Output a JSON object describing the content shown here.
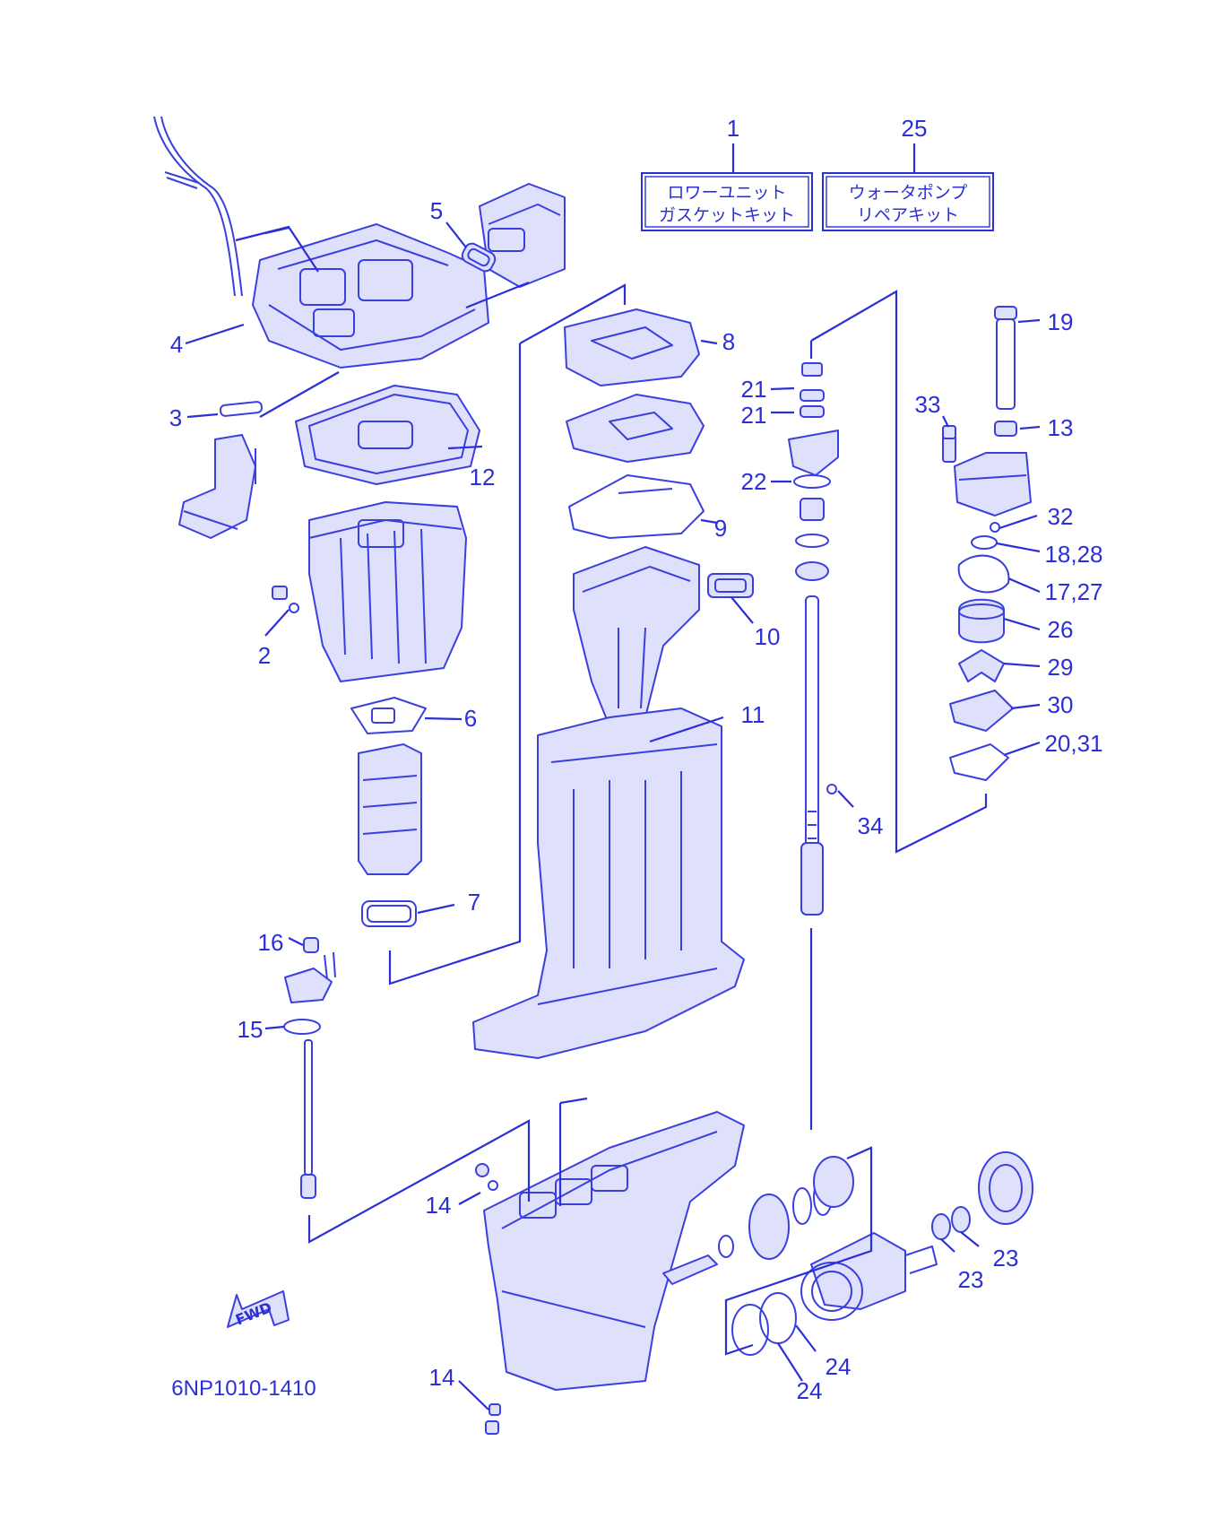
{
  "diagram_code": "6NP1010-1410",
  "fwd_label": "FWD",
  "colors": {
    "line": "#2b2fd8",
    "part": "#3a3fe0",
    "fill": "#dfe0fb"
  },
  "kits": [
    {
      "number": "1",
      "line1": "ロワーユニット",
      "line2": "ガスケットキット"
    },
    {
      "number": "25",
      "line1": "ウォータポンプ",
      "line2": "リペアキット"
    }
  ],
  "callouts": {
    "c2": "2",
    "c3": "3",
    "c4": "4",
    "c5": "5",
    "c6": "6",
    "c7": "7",
    "c8": "8",
    "c9": "9",
    "c10": "10",
    "c11": "11",
    "c12": "12",
    "c13": "13",
    "c14a": "14",
    "c14b": "14",
    "c15": "15",
    "c16": "16",
    "c17": "17,27",
    "c18": "18,28",
    "c19": "19",
    "c20": "20,31",
    "c21a": "21",
    "c21b": "21",
    "c22": "22",
    "c23a": "23",
    "c23b": "23",
    "c24a": "24",
    "c24b": "24",
    "c26": "26",
    "c29": "29",
    "c30": "30",
    "c32": "32",
    "c33": "33",
    "c34": "34"
  }
}
